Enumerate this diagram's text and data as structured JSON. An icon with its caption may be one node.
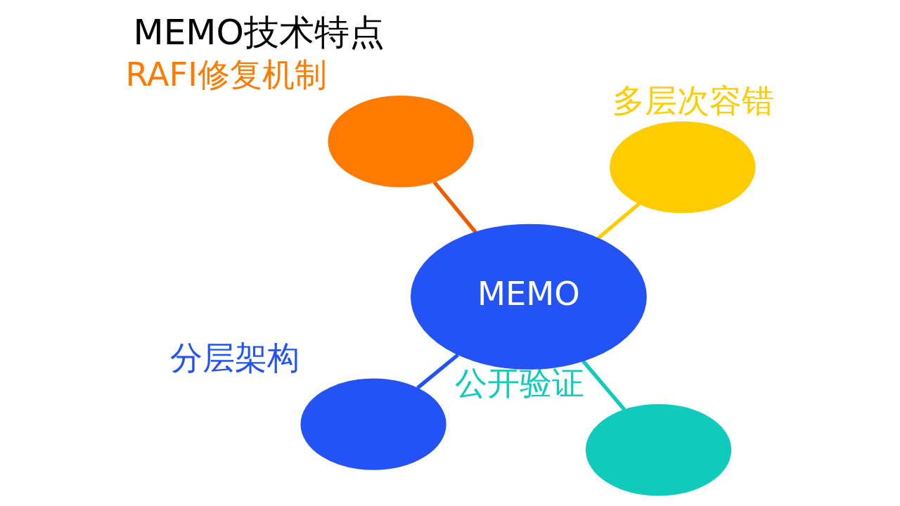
{
  "diagram": {
    "title": "MEMO技术特点",
    "nodes": [
      {
        "text": [],
        "shape": "cloud",
        "beside": [
          "分层架构"
        ]
      },
      {
        "text": [],
        "shape": "cloud",
        "beside": [
          "公开验证"
        ]
      },
      {
        "text": [
          "MEMO"
        ]
      },
      {
        "text": [],
        "shape": "cloud",
        "beside": [
          "RAFI修复机制"
        ]
      },
      {
        "text": [],
        "shape": "cloud",
        "beside": [
          "多层次容错"
        ]
      }
    ],
    "edges": [
      {
        "from": 2,
        "to": 0,
        "arrow": "none",
        "color": "#2453f5"
      },
      {
        "from": 2,
        "to": 1,
        "arrow": "none",
        "color": "#10cbbb"
      },
      {
        "from": 2,
        "to": 3,
        "arrow": "none",
        "color": "#f05a00"
      },
      {
        "from": 2,
        "to": 4,
        "arrow": "none",
        "color": "#ffcc00"
      }
    ]
  }
}
